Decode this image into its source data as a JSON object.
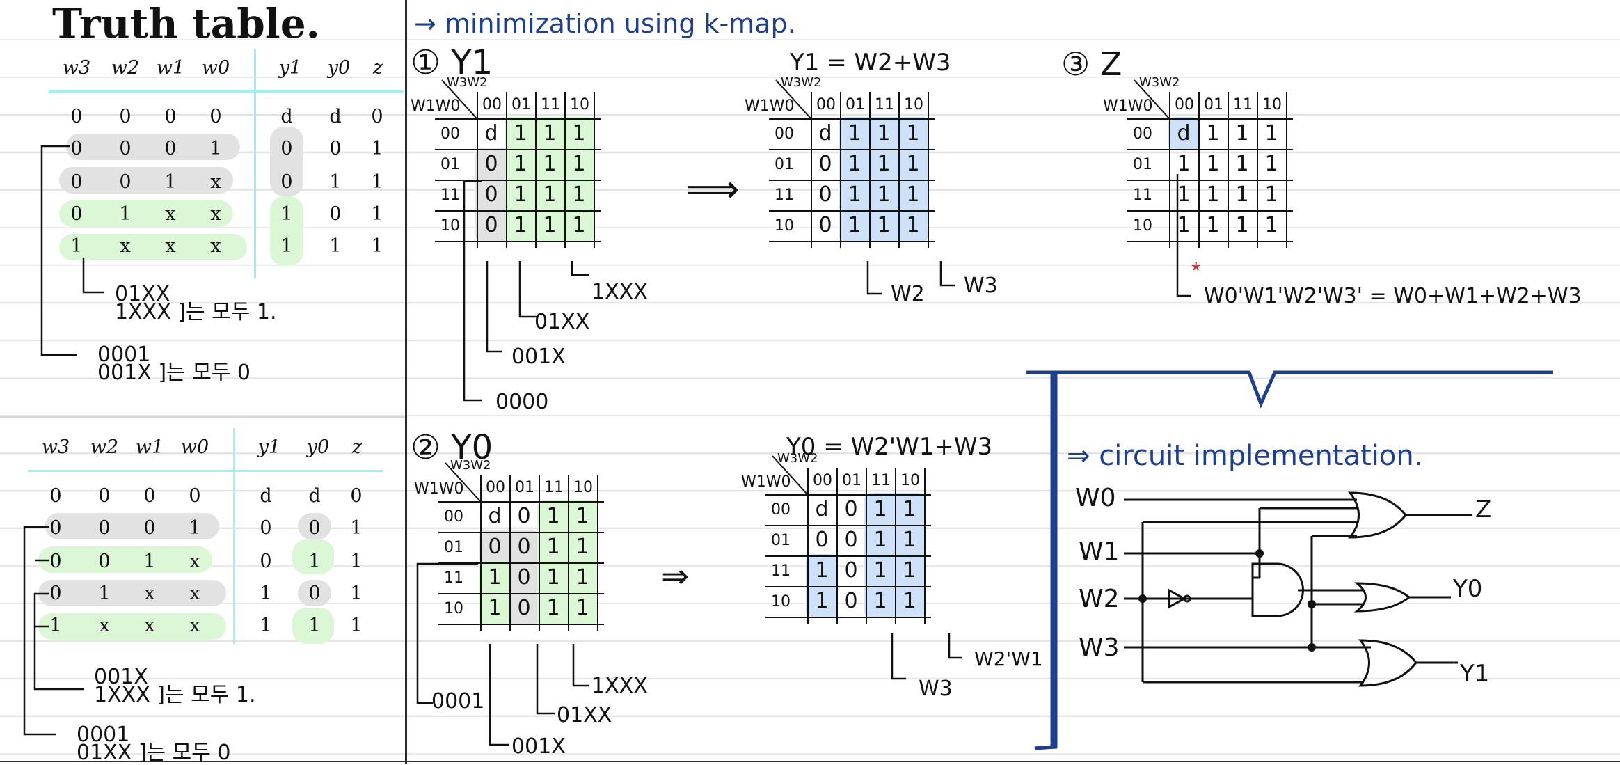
{
  "page": {
    "truth_table_title": "Truth table.",
    "kmap_title": "→ minimization using k-map.",
    "circuit_title": "⇒ circuit implementation."
  },
  "truth_table_top": {
    "headers": [
      "w3",
      "w2",
      "w1",
      "w0",
      "y1",
      "y0",
      "z"
    ],
    "rows": [
      [
        "0",
        "0",
        "0",
        "0",
        "d",
        "d",
        "0"
      ],
      [
        "0",
        "0",
        "0",
        "1",
        "0",
        "0",
        "1"
      ],
      [
        "0",
        "0",
        "1",
        "x",
        "0",
        "1",
        "1"
      ],
      [
        "0",
        "1",
        "x",
        "x",
        "1",
        "0",
        "1"
      ],
      [
        "1",
        "x",
        "x",
        "x",
        "1",
        "1",
        "1"
      ]
    ],
    "note1_line1": "01XX",
    "note1_line2": "1XXX ]는 모두 1.",
    "note2_line1": "0001",
    "note2_line2": "001X ]는 모두 0"
  },
  "truth_table_bottom": {
    "headers": [
      "w3",
      "w2",
      "w1",
      "w0",
      "y1",
      "y0",
      "z"
    ],
    "rows": [
      [
        "0",
        "0",
        "0",
        "0",
        "d",
        "d",
        "0"
      ],
      [
        "0",
        "0",
        "0",
        "1",
        "0",
        "0",
        "1"
      ],
      [
        "0",
        "0",
        "1",
        "x",
        "0",
        "1",
        "1"
      ],
      [
        "0",
        "1",
        "x",
        "x",
        "1",
        "0",
        "1"
      ],
      [
        "1",
        "x",
        "x",
        "x",
        "1",
        "1",
        "1"
      ]
    ],
    "note1_line1": "001X",
    "note1_line2": "1XXX ]는 모두 1.",
    "note2_line1": "0001",
    "note2_line2": "01XX ]는 모두 0"
  },
  "sections": {
    "y1_label": "① Y1",
    "y1_result": "Y1 = W2+W3",
    "z_label": "③ Z",
    "z_result": "W0'W1'W2'W3' = W0+W1+W2+W3",
    "y0_label": "② Y0",
    "y0_result": "Y0 = W2'W1+W3"
  },
  "kmap_common": {
    "corner_top": "W3W2",
    "corner_left": "W1W0",
    "cols": [
      "00",
      "01",
      "11",
      "10"
    ],
    "rows": [
      "00",
      "01",
      "11",
      "10"
    ]
  },
  "kmap_y1": {
    "values": [
      [
        "d",
        "1",
        "1",
        "1"
      ],
      [
        "0",
        "1",
        "1",
        "1"
      ],
      [
        "0",
        "1",
        "1",
        "1"
      ],
      [
        "0",
        "1",
        "1",
        "1"
      ]
    ],
    "ann": [
      "1XXX",
      "01XX",
      "001X",
      "0000"
    ]
  },
  "kmap_y1_result": {
    "values": [
      [
        "d",
        "1",
        "1",
        "1"
      ],
      [
        "0",
        "1",
        "1",
        "1"
      ],
      [
        "0",
        "1",
        "1",
        "1"
      ],
      [
        "0",
        "1",
        "1",
        "1"
      ]
    ],
    "ann": [
      "W3",
      "W2"
    ]
  },
  "kmap_z": {
    "values": [
      [
        "d",
        "1",
        "1",
        "1"
      ],
      [
        "1",
        "1",
        "1",
        "1"
      ],
      [
        "1",
        "1",
        "1",
        "1"
      ],
      [
        "1",
        "1",
        "1",
        "1"
      ]
    ],
    "ann": [
      "*"
    ]
  },
  "kmap_y0": {
    "values": [
      [
        "d",
        "0",
        "1",
        "1"
      ],
      [
        "0",
        "0",
        "1",
        "1"
      ],
      [
        "1",
        "0",
        "1",
        "1"
      ],
      [
        "1",
        "0",
        "1",
        "1"
      ]
    ],
    "ann": [
      "1XXX",
      "01XX",
      "001X",
      "0001"
    ]
  },
  "kmap_y0_result": {
    "values": [
      [
        "d",
        "0",
        "1",
        "1"
      ],
      [
        "0",
        "0",
        "1",
        "1"
      ],
      [
        "1",
        "0",
        "1",
        "1"
      ],
      [
        "1",
        "0",
        "1",
        "1"
      ]
    ],
    "ann": [
      "W2'W1",
      "W3"
    ]
  },
  "circuit": {
    "inputs": [
      "W0",
      "W1",
      "W2",
      "W3"
    ],
    "outputs": [
      "Z",
      "Y0",
      "Y1"
    ]
  },
  "colors": {
    "ink_blue": "#1f3f8a",
    "highlight_grey": "#e2e2e2",
    "highlight_green": "#dcf7d6",
    "highlight_blue": "#cfe1f8",
    "accent_red": "#d42a2a"
  }
}
